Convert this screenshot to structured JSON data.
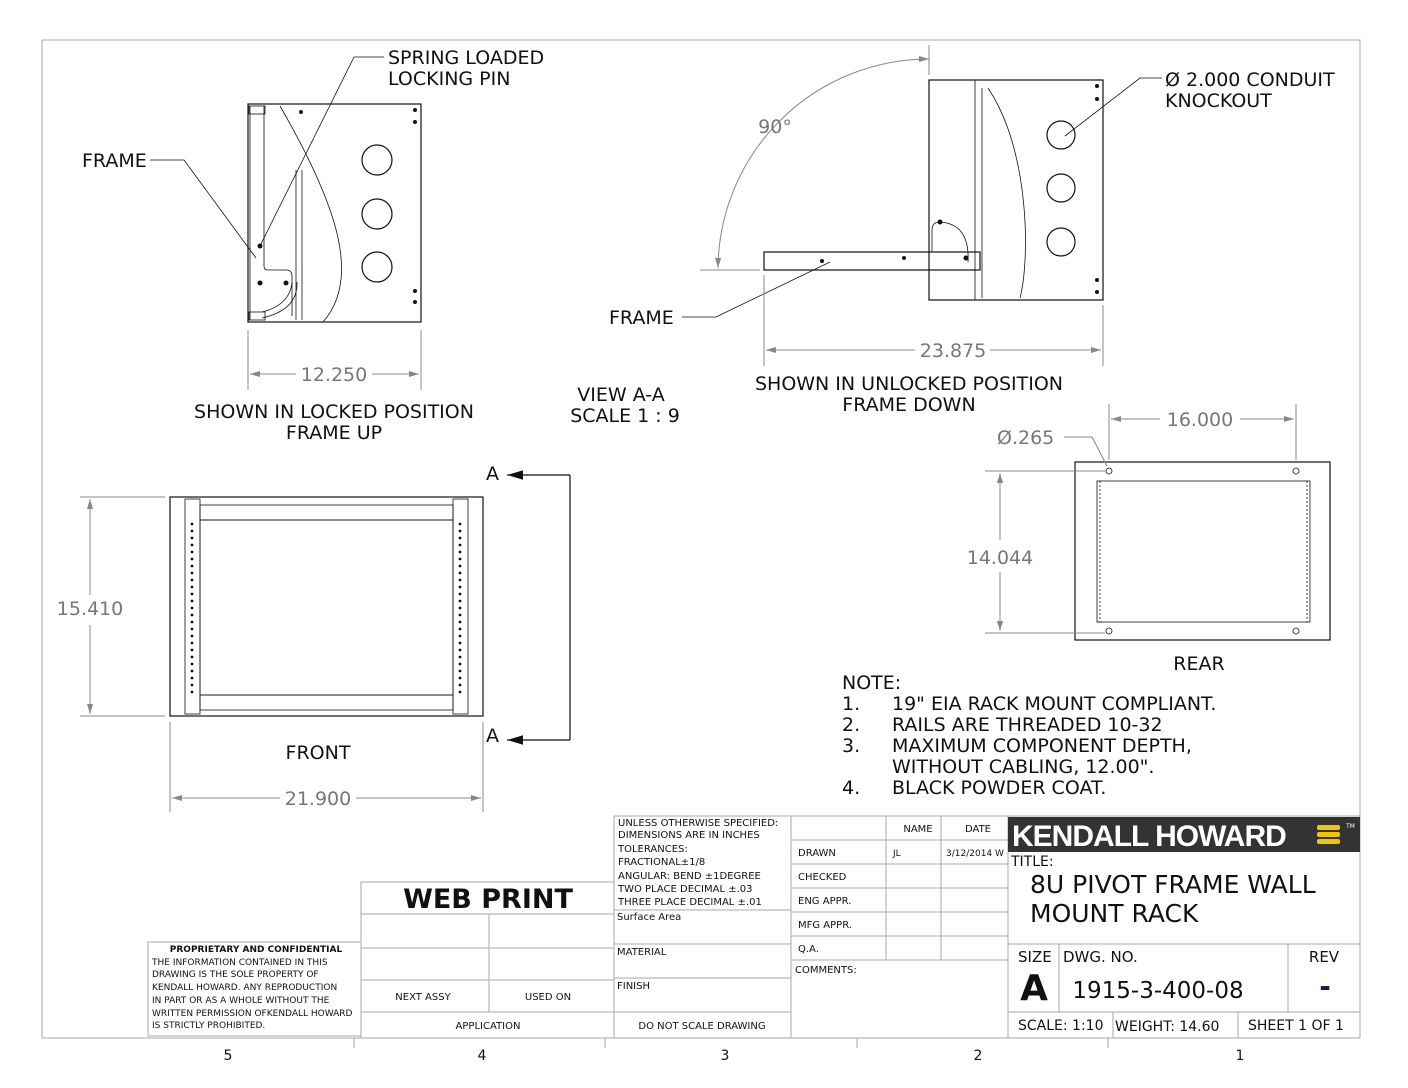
{
  "zones": [
    "5",
    "4",
    "3",
    "2",
    "1"
  ],
  "view_locked": {
    "callout_pin": [
      "SPRING LOADED",
      "LOCKING PIN"
    ],
    "callout_frame": "FRAME",
    "dim_width": "12.250",
    "caption": [
      "SHOWN IN LOCKED POSITION",
      "FRAME UP"
    ]
  },
  "section_label": [
    "VIEW A-A",
    "SCALE 1 : 9"
  ],
  "view_unlocked": {
    "angle": "90°",
    "callout_knockout": [
      "Ø 2.000 CONDUIT",
      "KNOCKOUT"
    ],
    "callout_frame": "FRAME",
    "dim_width": "23.875",
    "caption": [
      "SHOWN IN UNLOCKED POSITION",
      "FRAME DOWN"
    ]
  },
  "view_front": {
    "dim_height": "15.410",
    "dim_width": "21.900",
    "caption": "FRONT",
    "section_marker": "A"
  },
  "view_rear": {
    "dim_width": "16.000",
    "dim_hole": "Ø.265",
    "dim_height": "14.044",
    "caption": "REAR"
  },
  "notes": {
    "heading": "NOTE:",
    "items": [
      {
        "n": "1.",
        "text": "19\" EIA RACK MOUNT COMPLIANT."
      },
      {
        "n": "2.",
        "text": "RAILS ARE THREADED 10-32"
      },
      {
        "n": "3.",
        "text": "MAXIMUM COMPONENT DEPTH,"
      },
      {
        "n": "",
        "text": "WITHOUT CABLING, 12.00\"."
      },
      {
        "n": "4.",
        "text": "BLACK POWDER COAT."
      }
    ]
  },
  "title_block": {
    "proprietary_heading": "PROPRIETARY AND CONFIDENTIAL",
    "proprietary_lines": [
      "THE INFORMATION CONTAINED IN THIS",
      "DRAWING IS THE SOLE PROPERTY OF",
      "KENDALL HOWARD.  ANY REPRODUCTION",
      "IN PART OR AS A WHOLE WITHOUT THE",
      "WRITTEN PERMISSION OFKENDALL HOWARD",
      "IS STRICTLY PROHIBITED."
    ],
    "web_print": "WEB PRINT",
    "next_assy": "NEXT ASSY",
    "used_on": "USED ON",
    "application": "APPLICATION",
    "tolerances": [
      "UNLESS OTHERWISE SPECIFIED:",
      " DIMENSIONS ARE IN INCHES",
      " TOLERANCES:",
      " FRACTIONAL±1/8",
      " ANGULAR: BEND ±1DEGREE",
      " TWO PLACE DECIMAL  ±.03",
      " THREE PLACE DECIMAL ±.01"
    ],
    "surface_area": "Surface Area",
    "material": "MATERIAL",
    "finish": "FINISH",
    "do_not_scale": "DO NOT SCALE DRAWING",
    "name_header": "NAME",
    "date_header": "DATE",
    "rows": [
      {
        "label": "DRAWN",
        "name": "JL",
        "date": "3/12/2014 W"
      },
      {
        "label": "CHECKED",
        "name": "",
        "date": ""
      },
      {
        "label": "ENG APPR.",
        "name": "",
        "date": ""
      },
      {
        "label": "MFG APPR.",
        "name": "",
        "date": ""
      },
      {
        "label": "Q.A.",
        "name": "",
        "date": ""
      }
    ],
    "comments": "COMMENTS:",
    "logo": "KENDALL HOWARD",
    "logo_tm": "TM",
    "title_label": "TITLE:",
    "title": [
      "8U PIVOT FRAME WALL",
      "MOUNT RACK"
    ],
    "size_label": "SIZE",
    "size": "A",
    "dwg_label": "DWG.  NO.",
    "dwg_no": "1915-3-400-08",
    "rev_label": "REV",
    "rev": "-",
    "scale": "SCALE: 1:10",
    "weight": "WEIGHT: 14.60",
    "sheet": "SHEET 1 OF 1"
  }
}
